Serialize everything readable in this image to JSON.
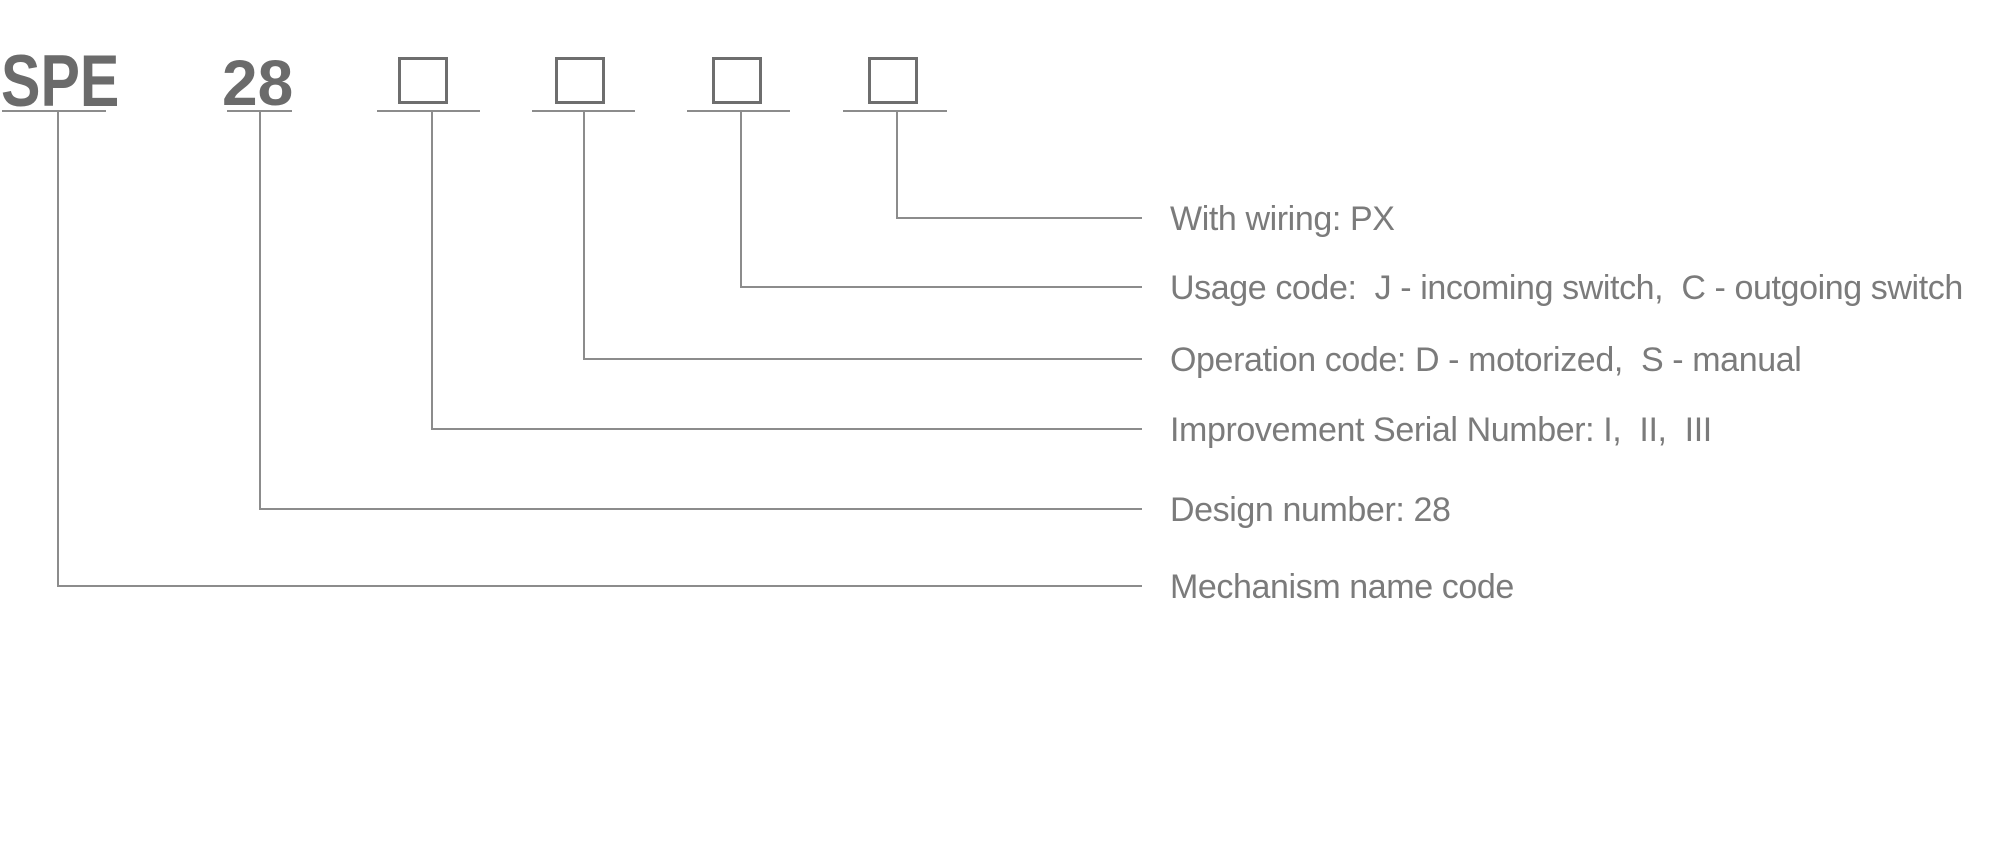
{
  "page": {
    "background_color": "#ffffff",
    "description": "Model designation explanation diagram"
  },
  "model_code": {
    "name_code": "SPE",
    "design_number": "28",
    "placeholder_box_count": 4
  },
  "colors": {
    "code_text": "#6b6b6b",
    "box_border": "#6e6e6e",
    "connector_line": "#8c8c8c",
    "label_text": "#7b7b7b"
  },
  "callouts": [
    {
      "id": "with-wiring",
      "source": "placeholder-box-4",
      "text": "With wiring: PX"
    },
    {
      "id": "usage-code",
      "source": "placeholder-box-3",
      "text": "Usage code:  J - incoming switch,  C - outgoing switch"
    },
    {
      "id": "operation-code",
      "source": "placeholder-box-2",
      "text": "Operation code: D - motorized,  S - manual"
    },
    {
      "id": "improvement-serial",
      "source": "placeholder-box-1",
      "text": "Improvement Serial Number: I,  II,  III"
    },
    {
      "id": "design-number",
      "source": "design-number-28",
      "text": "Design number: 28"
    },
    {
      "id": "mechanism-name",
      "source": "name-code-spe",
      "text": "Mechanism name code"
    }
  ]
}
